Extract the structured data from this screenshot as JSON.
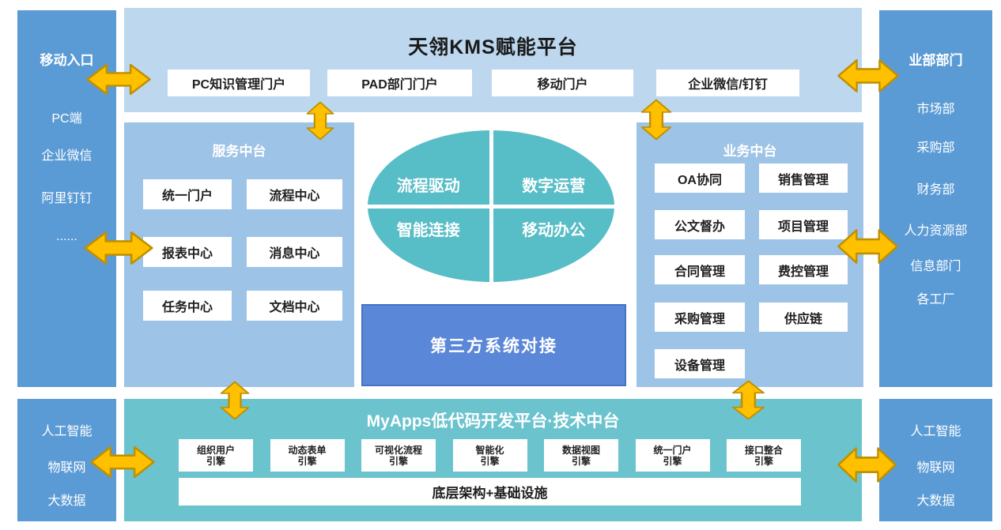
{
  "palette": {
    "sidebar_blue": "#5B9BD5",
    "top_panel": "#BDD7EE",
    "mid_panel": "#9DC3E6",
    "teal_panel": "#6BC3CE",
    "ellipse_teal": "#57BDC6",
    "third_party_fill": "#5B87D8",
    "third_party_border": "#4472C4",
    "arrow_fill": "#FFC000",
    "arrow_border": "#BF9000"
  },
  "left_sidebar": {
    "title": "移动入口",
    "items": [
      "PC端",
      "企业微信",
      "阿里钉钉",
      "......"
    ]
  },
  "top_panel": {
    "title": "天翎KMS赋能平台",
    "buttons": [
      "PC知识管理门户",
      "PAD部门门户",
      "移动门户",
      "企业微信/钉钉"
    ]
  },
  "service_panel": {
    "title": "服务中台",
    "items": [
      "统一门户",
      "流程中心",
      "报表中心",
      "消息中心",
      "任务中心",
      "文档中心"
    ]
  },
  "business_panel": {
    "title": "业务中台",
    "items": [
      "OA协同",
      "销售管理",
      "公文督办",
      "项目管理",
      "合同管理",
      "费控管理",
      "采购管理",
      "供应链",
      "设备管理"
    ]
  },
  "center": {
    "quadrants": [
      "流程驱动",
      "数字运营",
      "智能连接",
      "移动办公"
    ],
    "third_party": "第三方系统对接"
  },
  "right_sidebar": {
    "title": "业部部门",
    "items": [
      "市场部",
      "采购部",
      "财务部",
      "人力资源部",
      "信息部门",
      "各工厂"
    ]
  },
  "bottom_panel": {
    "title": "MyApps低代码开发平台·技术中台",
    "engines": [
      "组织用户\n引擎",
      "动态表单\n引擎",
      "可视化流程\n引擎",
      "智能化\n引擎",
      "数据视图\n引擎",
      "统一门户\n引擎",
      "接口整合\n引擎"
    ],
    "foundation": "底层架构+基础设施"
  },
  "bottom_left_sidebar": {
    "items": [
      "人工智能",
      "物联网",
      "大数据"
    ]
  },
  "bottom_right_sidebar": {
    "items": [
      "人工智能",
      "物联网",
      "大数据"
    ]
  }
}
